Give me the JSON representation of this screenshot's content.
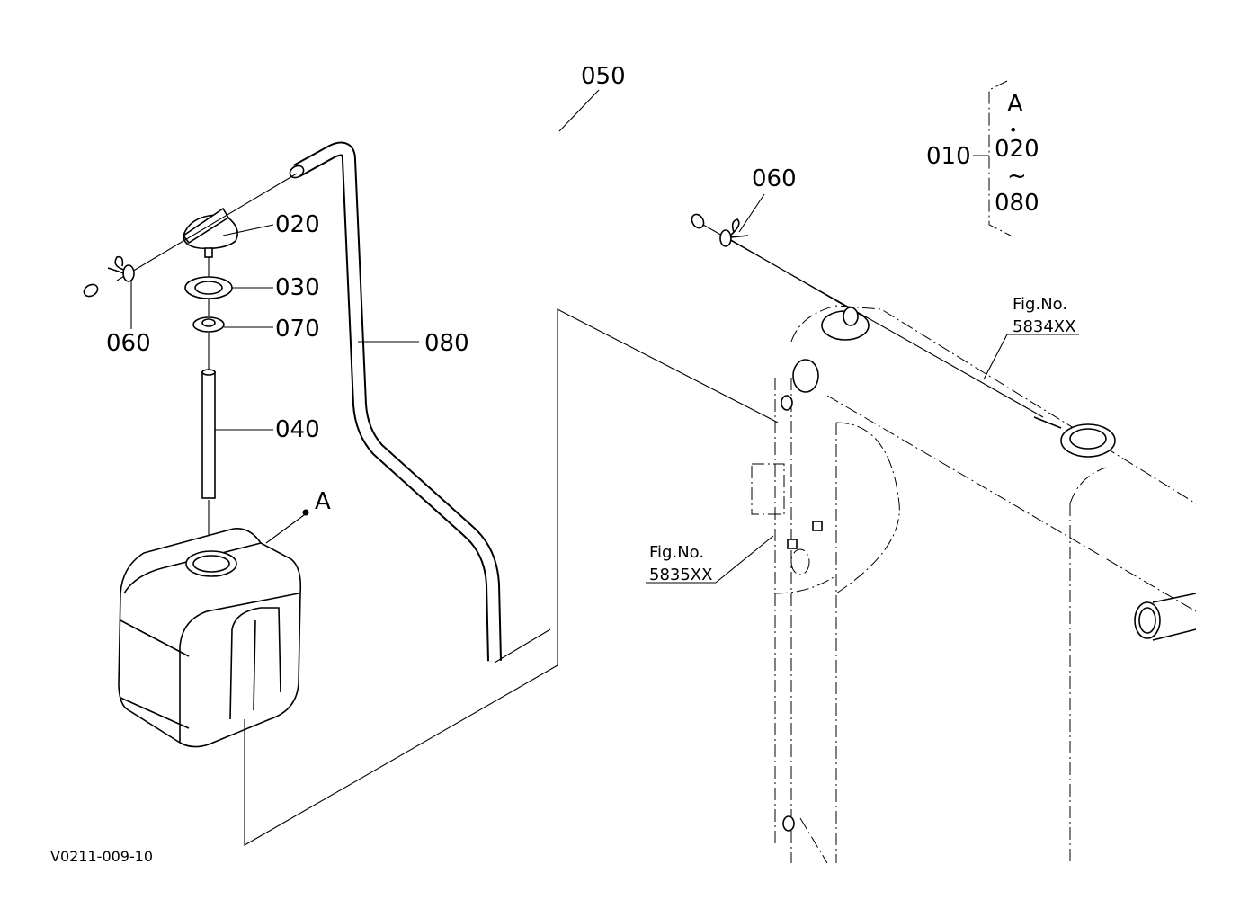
{
  "callouts": {
    "p010": "010",
    "p020": "020",
    "p030": "030",
    "p040": "040",
    "p050": "050",
    "p060_left": "060",
    "p060_right": "060",
    "p070": "070",
    "p080": "080",
    "ref_a": "A"
  },
  "assembly_key": {
    "letter": "A",
    "dot": "•",
    "from": "020",
    "tilde": "~",
    "to": "080"
  },
  "fig_refs": [
    {
      "caption": "Fig.No.",
      "number": "5834XX"
    },
    {
      "caption": "Fig.No.",
      "number": "5835XX"
    }
  ],
  "drawing_code": "V0211-009-10"
}
